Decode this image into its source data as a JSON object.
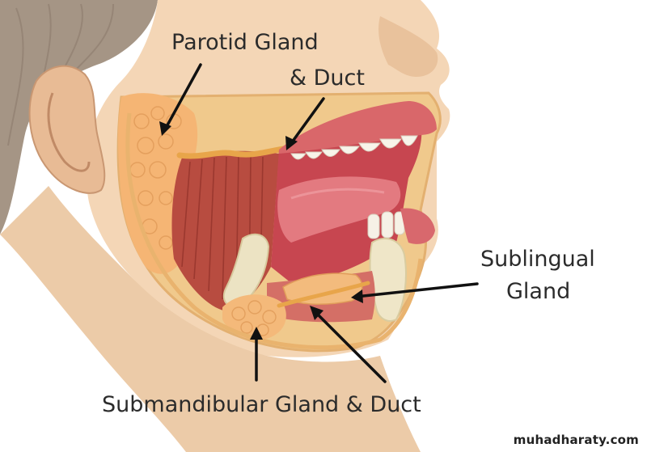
{
  "labels": {
    "parotid": "Parotid Gland",
    "parotid_duct": "& Duct",
    "sublingual_1": "Sublingual",
    "sublingual_2": "Gland",
    "submandibular": "Submandibular Gland & Duct"
  },
  "watermark": "muhadharaty.com",
  "colors": {
    "skin": "#f2d2b0",
    "skin_shadow": "#dcb690",
    "hair": "#9a8a7a",
    "gland": "#f3b878",
    "muscle": "#b84a3f",
    "mouth": "#d7545c",
    "tongue": "#e0737a",
    "teeth": "#f7f3ea",
    "bone": "#ece4c4",
    "pointer": "#111111"
  }
}
